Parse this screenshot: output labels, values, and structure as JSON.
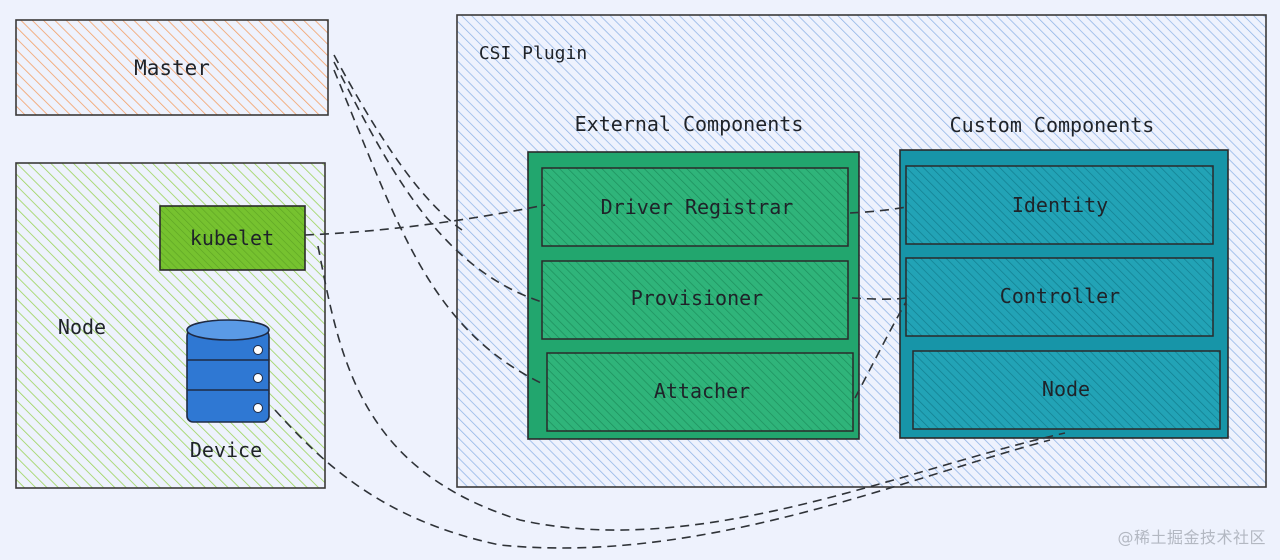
{
  "diagram": {
    "master_label": "Master",
    "node_group_label": "Node",
    "kubelet_label": "kubelet",
    "device_label": "Device",
    "csi_plugin_label": "CSI Plugin",
    "external_components_label": "External Components",
    "custom_components_label": "Custom Components",
    "external": {
      "driver_registrar": "Driver Registrar",
      "provisioner": "Provisioner",
      "attacher": "Attacher"
    },
    "custom": {
      "identity": "Identity",
      "controller": "Controller",
      "node": "Node"
    }
  },
  "colors": {
    "master": "#f4a066",
    "node_group": "#9bd35a",
    "kubelet": "#6db82c",
    "csi_plugin": "#8fb3e6",
    "external": "#22a66e",
    "custom": "#1795a8",
    "device": "#2f78d3",
    "background": "#eef2fd"
  },
  "watermark": "@稀土掘金技术社区"
}
